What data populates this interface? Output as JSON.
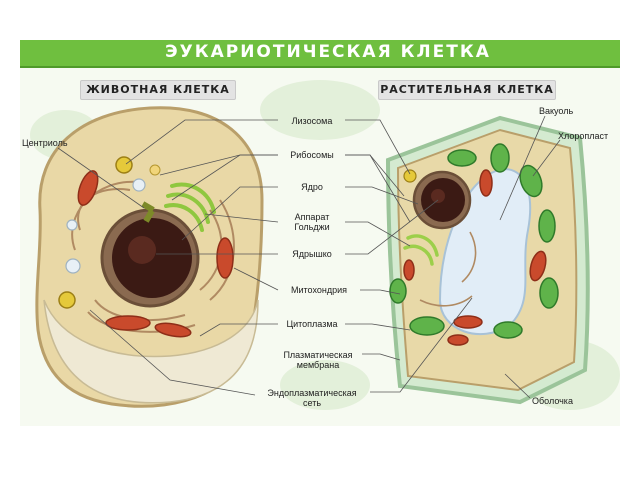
{
  "title": "ЭУКАРИОТИЧЕСКАЯ КЛЕТКА",
  "panels": {
    "animal": "ЖИВОТНАЯ КЛЕТКА",
    "plant": "РАСТИТЕЛЬНАЯ КЛЕТКА"
  },
  "labels": {
    "centriole": "Центриоль",
    "lysosome": "Лизосома",
    "ribosomes": "Рибосомы",
    "nucleus": "Ядро",
    "golgi_line1": "Аппарат",
    "golgi_line2": "Гольджи",
    "nucleolus": "Ядрышко",
    "mitochondria": "Митохондрия",
    "cytoplasm": "Цитоплазма",
    "membrane_line1": "Плазматическая",
    "membrane_line2": "мембрана",
    "er_line1": "Эндоплазматическая",
    "er_line2": "сеть",
    "vacuole": "Вакуоль",
    "chloroplast": "Хлоропласт",
    "cell_wall": "Оболочка"
  },
  "colors": {
    "title_bar": "#6fbf3f",
    "cytoplasm": "#e8d9a8",
    "nucleus": "#3a1a14",
    "mitochondria": "#c94a2c",
    "chloroplast": "#5fb34a",
    "vacuole": "#dce9f3",
    "golgi": "#9ccf4a",
    "cell_wall": "#cfe6c4"
  }
}
